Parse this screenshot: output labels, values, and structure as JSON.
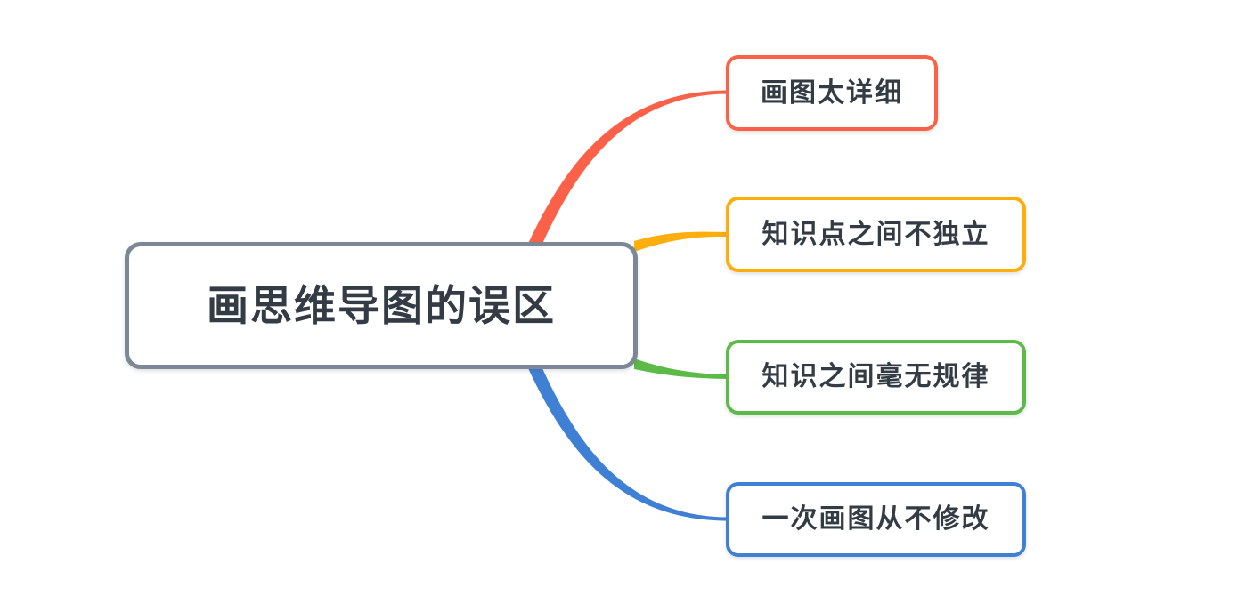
{
  "mindmap": {
    "background_color": "#ffffff",
    "root": {
      "label": "画思维导图的误区",
      "border_color": "#7d8897",
      "text_color": "#333b45"
    },
    "branches": [
      {
        "label": "画图太详细",
        "color": "#fb6048"
      },
      {
        "label": "知识点之间不独立",
        "color": "#fcae0d"
      },
      {
        "label": "知识之间毫无规律",
        "color": "#5cba47"
      },
      {
        "label": "一次画图从不修改",
        "color": "#4080d4"
      }
    ]
  }
}
